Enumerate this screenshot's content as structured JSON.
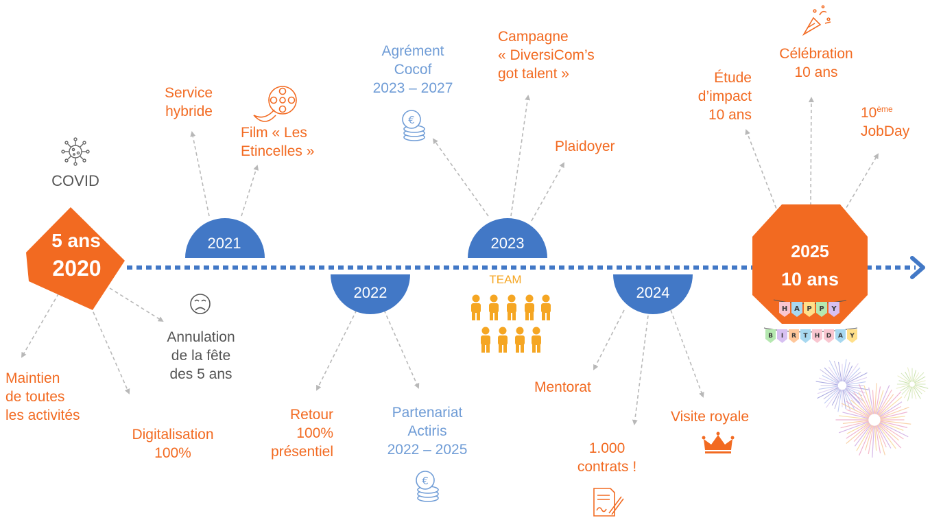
{
  "milestones": {
    "start": {
      "line1": "5 ans",
      "line2": "2020"
    },
    "end": {
      "line1": "2025",
      "line2": "10 ans"
    },
    "years": {
      "y2021": "2021",
      "y2022": "2022",
      "y2023": "2023",
      "y2024": "2024"
    }
  },
  "events_2020": {
    "covid": "COVID",
    "maintien": [
      "Maintien",
      "de toutes",
      "les activités"
    ],
    "digitalisation": [
      "Digitalisation",
      "100%"
    ],
    "annulation": [
      "Annulation",
      "de la fête",
      "des 5 ans"
    ]
  },
  "events_2021": {
    "service": [
      "Service",
      "hybride"
    ],
    "film": [
      "Film « Les",
      "Etincelles »"
    ]
  },
  "events_2022": {
    "retour": [
      "Retour",
      "100%",
      "présentiel"
    ],
    "partenariat": [
      "Partenariat",
      "Actiris",
      "2022 – 2025"
    ]
  },
  "events_2023": {
    "agrement": [
      "Agrément",
      "Cocof",
      "2023 – 2027"
    ],
    "campagne": [
      "Campagne",
      "« DiversiCom’s",
      "got talent »"
    ],
    "plaidoyer": "Plaidoyer",
    "team": "TEAM"
  },
  "events_2024": {
    "mentorat": "Mentorat",
    "contrats": [
      "1.000",
      "contrats !"
    ],
    "visite": "Visite royale"
  },
  "events_2025": {
    "etude": [
      "Étude",
      "d’impact",
      "10 ans"
    ],
    "celebration": [
      "Célébration",
      "10 ans"
    ],
    "jobday_num": "10",
    "jobday_sup": "ème",
    "jobday_word": "JobDay",
    "happy": [
      "H",
      "A",
      "P",
      "P",
      "Y"
    ],
    "birthday": [
      "B",
      "I",
      "R",
      "T",
      "H",
      "D",
      "A",
      "Y"
    ]
  },
  "colors": {
    "orange": "#f26a21",
    "blue": "#4278c6",
    "light_blue": "#6f9cd6",
    "team": "#f5a623",
    "arrow_gray": "#b8b8b8"
  },
  "icons": [
    "virus-icon",
    "sad-face-icon",
    "film-reel-icon",
    "euro-coins-icon",
    "people-team-icon",
    "crown-icon",
    "contract-icon",
    "party-popper-icon",
    "fireworks-icon"
  ]
}
